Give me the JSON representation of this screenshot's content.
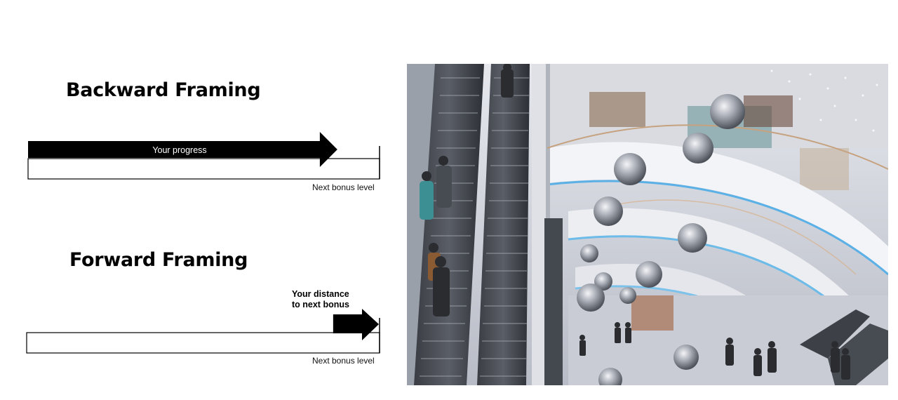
{
  "backward": {
    "heading": "Backward Framing",
    "arrow_label": "Your progress",
    "end_label": "Next bonus level",
    "progress_fraction": 0.88
  },
  "forward": {
    "heading": "Forward Framing",
    "arrow_label_line1": "Your distance",
    "arrow_label_line2": "to next bonus",
    "end_label": "Next bonus level",
    "remaining_fraction": 0.13
  },
  "photo": {
    "subject": "shopping mall atrium with escalators and hanging mirror balls"
  }
}
